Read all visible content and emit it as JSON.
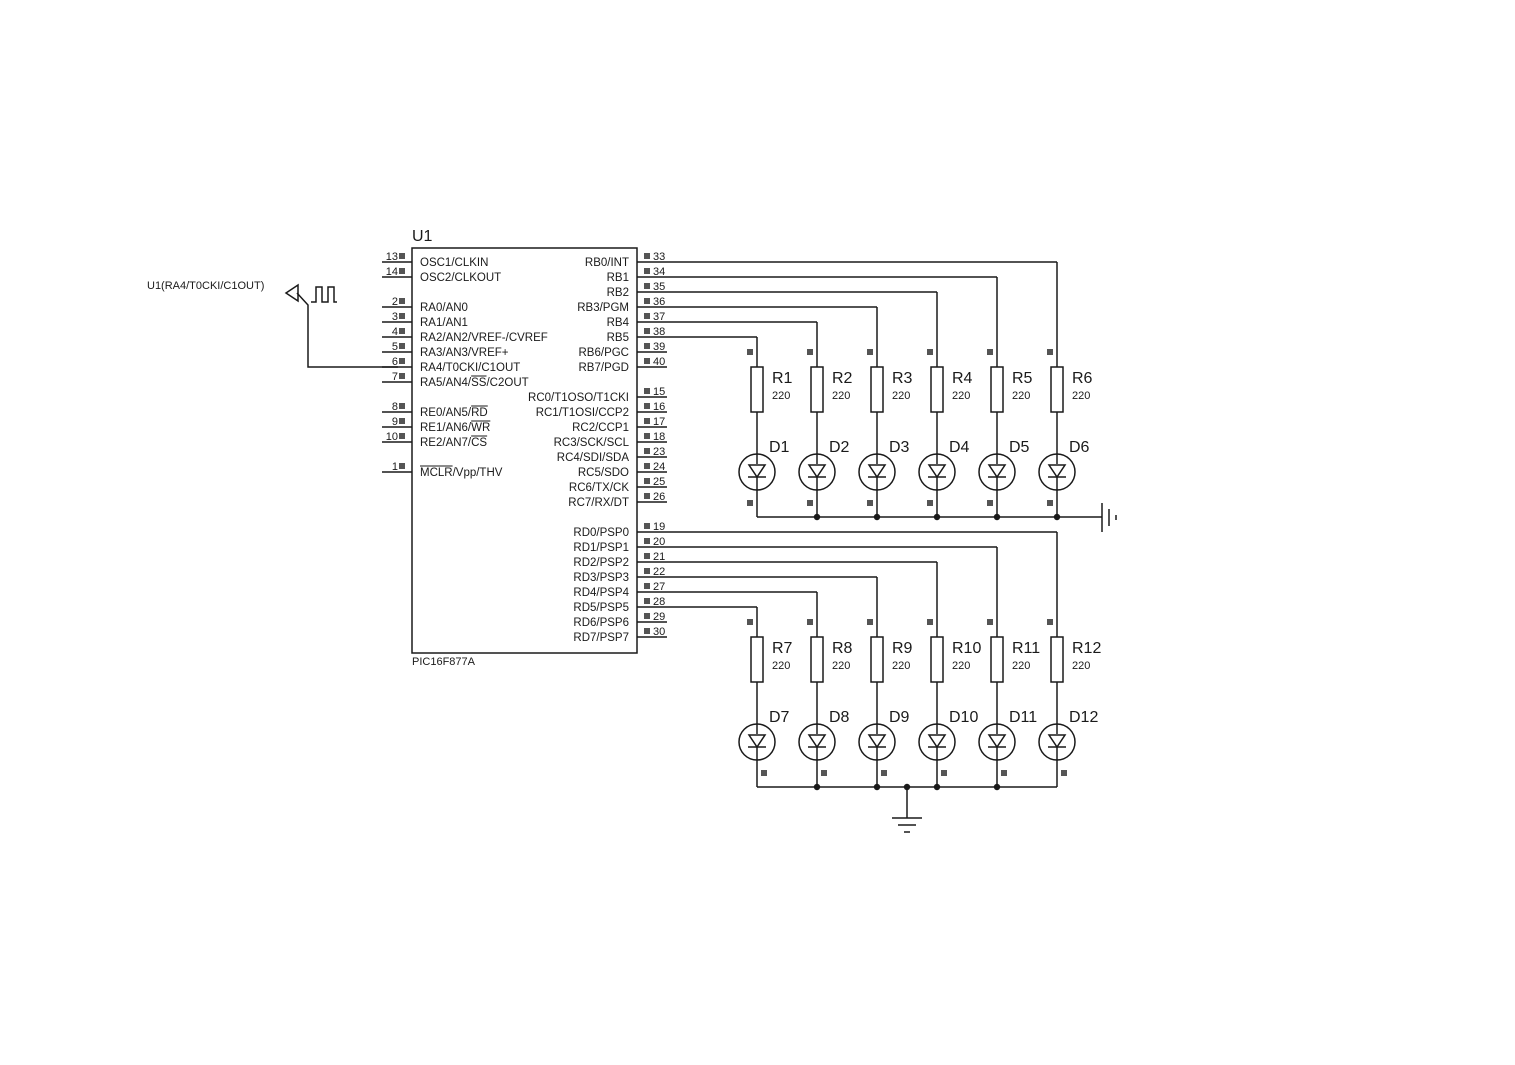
{
  "chip": {
    "ref": "U1",
    "part": "PIC16F877A",
    "left_pins": [
      {
        "num": "13",
        "label": "OSC1/CLKIN"
      },
      {
        "num": "14",
        "label": "OSC2/CLKOUT"
      },
      {
        "num": "2",
        "label": "RA0/AN0"
      },
      {
        "num": "3",
        "label": "RA1/AN1"
      },
      {
        "num": "4",
        "label": "RA2/AN2/VREF-/CVREF"
      },
      {
        "num": "5",
        "label": "RA3/AN3/VREF+"
      },
      {
        "num": "6",
        "label": "RA4/T0CKI/C1OUT"
      },
      {
        "num": "7",
        "label": "RA5/AN4/SS/C2OUT",
        "overline": "SS"
      },
      {
        "num": "8",
        "label": "RE0/AN5/RD",
        "overline": "RD"
      },
      {
        "num": "9",
        "label": "RE1/AN6/WR",
        "overline": "WR"
      },
      {
        "num": "10",
        "label": "RE2/AN7/CS",
        "overline": "CS"
      },
      {
        "num": "1",
        "label": "MCLR/Vpp/THV",
        "overline": "MCLR"
      }
    ],
    "right_pins": [
      {
        "num": "33",
        "label": "RB0/INT"
      },
      {
        "num": "34",
        "label": "RB1"
      },
      {
        "num": "35",
        "label": "RB2"
      },
      {
        "num": "36",
        "label": "RB3/PGM"
      },
      {
        "num": "37",
        "label": "RB4"
      },
      {
        "num": "38",
        "label": "RB5"
      },
      {
        "num": "39",
        "label": "RB6/PGC"
      },
      {
        "num": "40",
        "label": "RB7/PGD"
      },
      {
        "num": "15",
        "label": "RC0/T1OSO/T1CKI"
      },
      {
        "num": "16",
        "label": "RC1/T1OSI/CCP2"
      },
      {
        "num": "17",
        "label": "RC2/CCP1"
      },
      {
        "num": "18",
        "label": "RC3/SCK/SCL"
      },
      {
        "num": "23",
        "label": "RC4/SDI/SDA"
      },
      {
        "num": "24",
        "label": "RC5/SDO"
      },
      {
        "num": "25",
        "label": "RC6/TX/CK"
      },
      {
        "num": "26",
        "label": "RC7/RX/DT"
      },
      {
        "num": "19",
        "label": "RD0/PSP0"
      },
      {
        "num": "20",
        "label": "RD1/PSP1"
      },
      {
        "num": "21",
        "label": "RD2/PSP2"
      },
      {
        "num": "22",
        "label": "RD3/PSP3"
      },
      {
        "num": "27",
        "label": "RD4/PSP4"
      },
      {
        "num": "28",
        "label": "RD5/PSP5"
      },
      {
        "num": "29",
        "label": "RD6/PSP6"
      },
      {
        "num": "30",
        "label": "RD7/PSP7"
      }
    ]
  },
  "generator": {
    "label": "U1(RA4/T0CKI/C1OUT)"
  },
  "resistors": [
    {
      "ref": "R1",
      "value": "220"
    },
    {
      "ref": "R2",
      "value": "220"
    },
    {
      "ref": "R3",
      "value": "220"
    },
    {
      "ref": "R4",
      "value": "220"
    },
    {
      "ref": "R5",
      "value": "220"
    },
    {
      "ref": "R6",
      "value": "220"
    },
    {
      "ref": "R7",
      "value": "220"
    },
    {
      "ref": "R8",
      "value": "220"
    },
    {
      "ref": "R9",
      "value": "220"
    },
    {
      "ref": "R10",
      "value": "220"
    },
    {
      "ref": "R11",
      "value": "220"
    },
    {
      "ref": "R12",
      "value": "220"
    }
  ],
  "leds": [
    {
      "ref": "D1"
    },
    {
      "ref": "D2"
    },
    {
      "ref": "D3"
    },
    {
      "ref": "D4"
    },
    {
      "ref": "D5"
    },
    {
      "ref": "D6"
    },
    {
      "ref": "D7"
    },
    {
      "ref": "D8"
    },
    {
      "ref": "D9"
    },
    {
      "ref": "D10"
    },
    {
      "ref": "D11"
    },
    {
      "ref": "D12"
    }
  ],
  "colors": {
    "ink": "#1a1a1a",
    "pin_marker": "#555555",
    "background": "#ffffff"
  }
}
